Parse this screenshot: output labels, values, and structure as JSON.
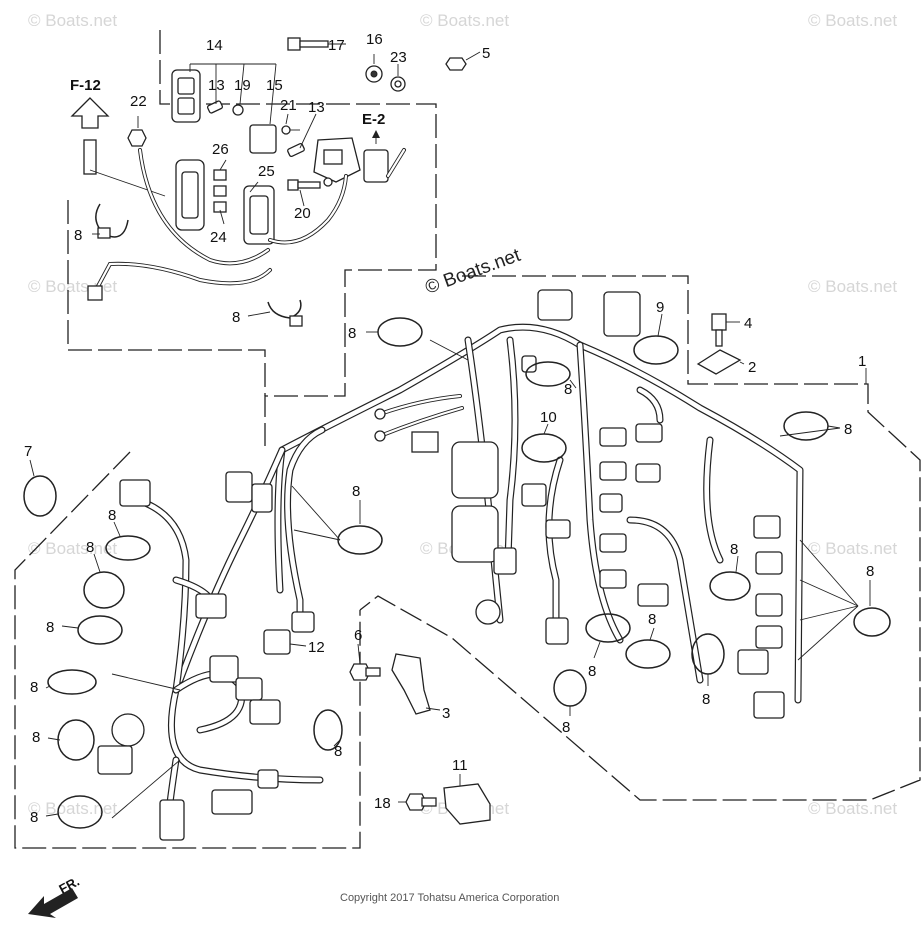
{
  "watermark": "© Boats.net",
  "brand_mark": "© Boats.net",
  "copyright": "Copyright 2017 Tohatsu America Corporation",
  "direction": "FR.",
  "refs": {
    "f12": "F-12",
    "e2": "E-2"
  },
  "callouts": {
    "c1": "1",
    "c2": "2",
    "c3": "3",
    "c4": "4",
    "c5": "5",
    "c6": "6",
    "c7": "7",
    "c8": "8",
    "c9": "9",
    "c10": "10",
    "c11": "11",
    "c12": "12",
    "c13": "13",
    "c14": "14",
    "c15": "15",
    "c16": "16",
    "c17": "17",
    "c18": "18",
    "c19": "19",
    "c20": "20",
    "c21": "21",
    "c22": "22",
    "c23": "23",
    "c24": "24",
    "c25": "25",
    "c26": "26"
  }
}
